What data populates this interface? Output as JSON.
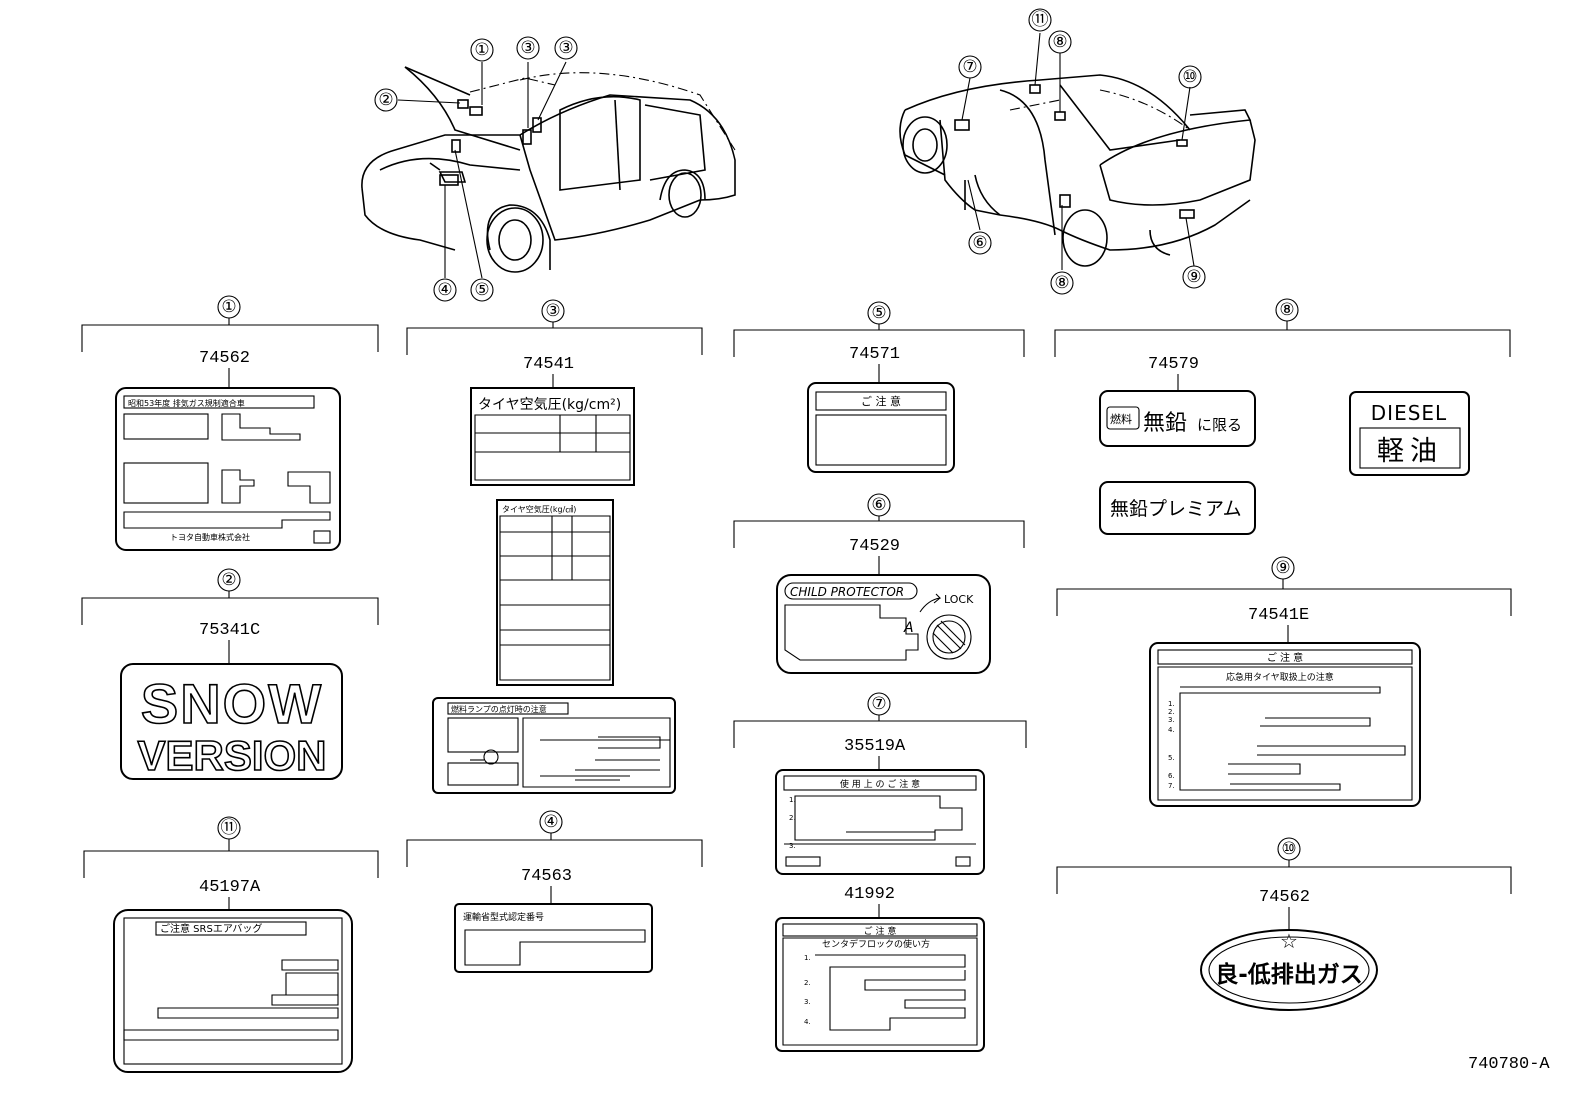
{
  "drawing_id": "740780-A",
  "callout_numbers": [
    "①",
    "②",
    "③",
    "④",
    "⑤",
    "⑥",
    "⑦",
    "⑧",
    "⑨",
    "⑩",
    "⑪"
  ],
  "groups": {
    "g1": {
      "number": "①",
      "part": "74562"
    },
    "g2": {
      "number": "②",
      "part": "75341C"
    },
    "g3": {
      "number": "③",
      "part": "74541"
    },
    "g4": {
      "number": "④",
      "part": "74563"
    },
    "g5": {
      "number": "⑤",
      "part": "74571"
    },
    "g6": {
      "number": "⑥",
      "part": "74529"
    },
    "g7": {
      "number": "⑦",
      "part": "35519A",
      "part2": "41992"
    },
    "g8": {
      "number": "⑧",
      "part": "74579"
    },
    "g9": {
      "number": "⑨",
      "part": "74541E"
    },
    "g10": {
      "number": "⑩",
      "part": "74562"
    },
    "g11": {
      "number": "⑪",
      "part": "45197A"
    }
  },
  "label_text": {
    "snow_line1": "SNOW",
    "snow_line2": "VERSION",
    "tire_pressure": "タイヤ空気圧(kg/cm²)",
    "tire_pressure_small": "タイヤ空気圧(kg/㎠)",
    "caution": "ご 注 意",
    "child_protector": "CHILD PROTECTOR",
    "lock": "LOCK",
    "unleaded": "無鉛",
    "unleaded_limited": "に限る",
    "fuel_tag": "燃料",
    "unleaded_premium": "無鉛プレミアム",
    "diesel": "DIESEL",
    "light_oil": "軽油",
    "low_emission": "良-低排出ガス",
    "srs_airbag": "ご注意 SRSエアバッグ",
    "usage_caution": "使 用 上 の ご 注 意",
    "center_diff": "センタデフロックの使い方",
    "spare_tire": "応急用タイヤ取扱上の注意",
    "emission_cert": "昭和53年度 排気ガス規制適合車",
    "maker": "トヨタ自動車株式会社",
    "type_cert": "運輸省型式認定番号",
    "fuel_caution": "燃料ランプの点灯時の注意"
  }
}
